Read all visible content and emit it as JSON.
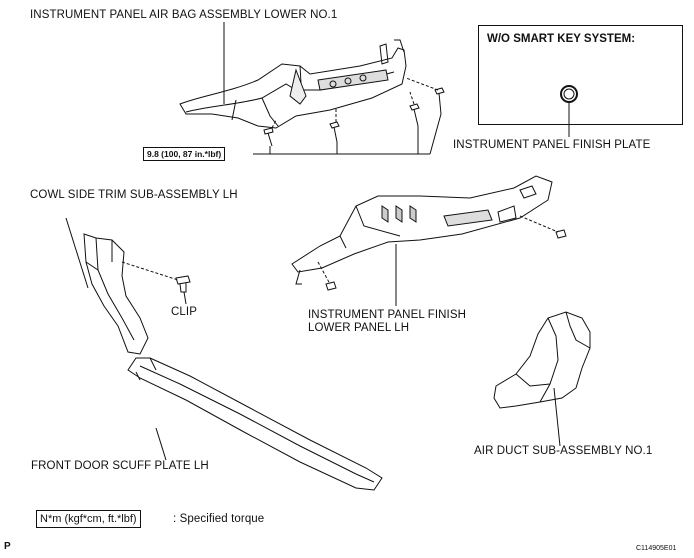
{
  "labels": {
    "airbag": "INSTRUMENT PANEL AIR BAG ASSEMBLY LOWER NO.1",
    "smart_key_title": "W/O SMART KEY SYSTEM:",
    "finish_plate": "INSTRUMENT PANEL FINISH PLATE",
    "torque": "9.8 (100, 87 in.*lbf)",
    "cowl_side": "COWL SIDE TRIM SUB-ASSEMBLY LH",
    "clip": "CLIP",
    "finish_lower_1": "INSTRUMENT PANEL FINISH",
    "finish_lower_2": "LOWER PANEL LH",
    "air_duct": "AIR DUCT SUB-ASSEMBLY NO.1",
    "scuff_plate": "FRONT DOOR SCUFF PLATE LH",
    "legend_unit": "N*m (kgf*cm, ft.*lbf)",
    "legend_text": ": Specified torque",
    "page_letter": "P",
    "figure_code": "C114905E01"
  }
}
